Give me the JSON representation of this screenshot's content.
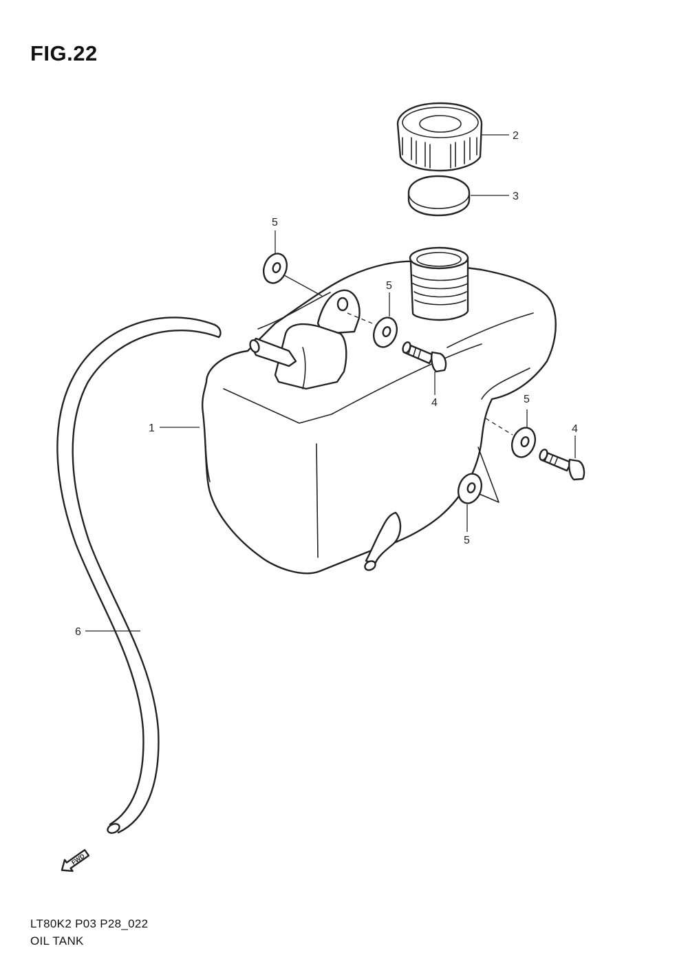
{
  "figure": {
    "title": "FIG.22"
  },
  "callouts": {
    "tank": "1",
    "cap": "2",
    "gasket": "3",
    "bolt_upper": "4",
    "bolt_right": "4",
    "washer_top": "5",
    "washer_mid": "5",
    "washer_right": "5",
    "washer_lower": "5",
    "hose": "6"
  },
  "fwd_arrow": {
    "label": "FWD",
    "icon": "fwd-arrow-icon"
  },
  "footer": {
    "code": "LT80K2 P03 P28_022",
    "name": "OIL TANK"
  }
}
